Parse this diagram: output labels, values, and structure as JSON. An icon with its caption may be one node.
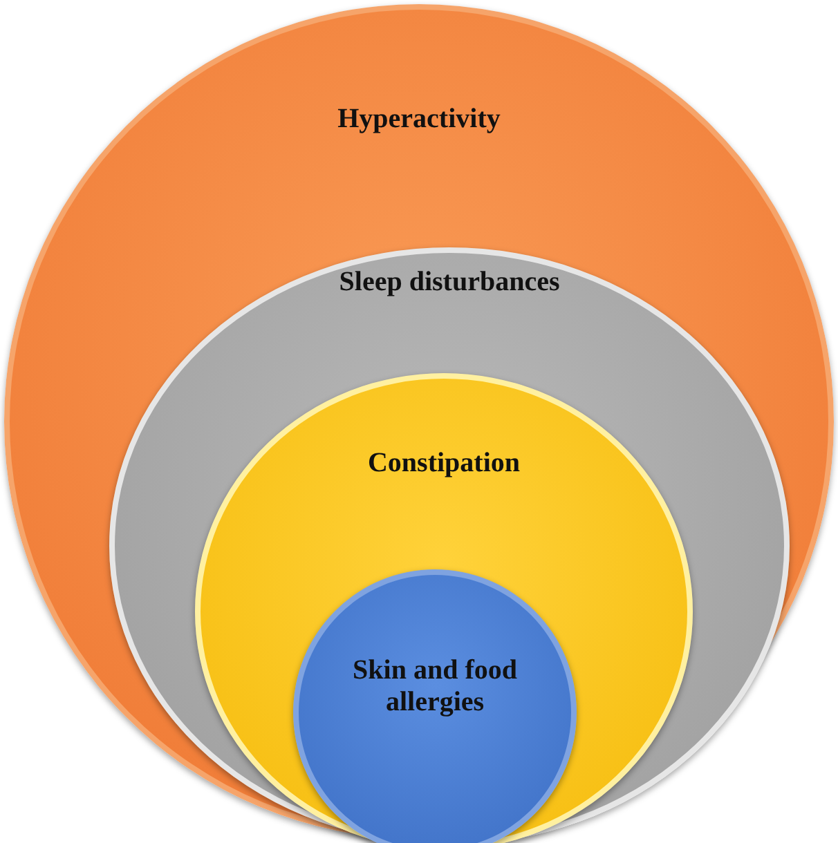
{
  "diagram": {
    "nodes": [
      {
        "text": [
          "Hyperactivity"
        ]
      },
      {
        "text": [
          "Sleep disturbances"
        ],
        "in": 0
      },
      {
        "text": [
          "Constipation"
        ],
        "in": 1
      },
      {
        "text": [
          "Skin and food allergies"
        ],
        "in": 2
      }
    ]
  }
}
